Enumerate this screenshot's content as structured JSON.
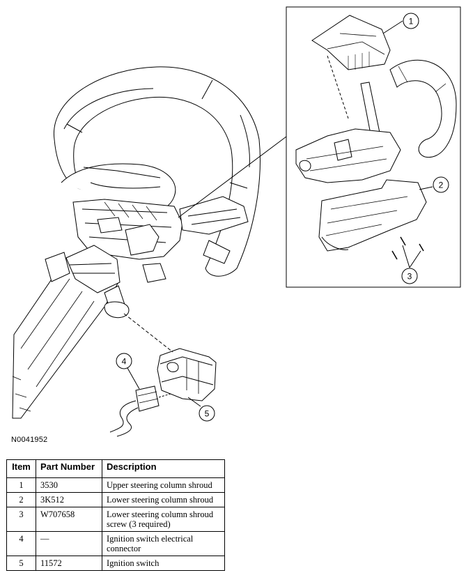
{
  "figure_id": "N0041952",
  "callouts": [
    "1",
    "2",
    "3",
    "4",
    "5"
  ],
  "table": {
    "headers": {
      "item": "Item",
      "part_number": "Part Number",
      "description": "Description"
    },
    "rows": [
      {
        "item": "1",
        "part_number": "3530",
        "description": "Upper steering column shroud"
      },
      {
        "item": "2",
        "part_number": "3K512",
        "description": "Lower steering column shroud"
      },
      {
        "item": "3",
        "part_number": "W707658",
        "description": "Lower steering column shroud screw (3 required)"
      },
      {
        "item": "4",
        "part_number": "—",
        "description": "Ignition switch electrical connector"
      },
      {
        "item": "5",
        "part_number": "11572",
        "description": "Ignition switch"
      }
    ]
  }
}
